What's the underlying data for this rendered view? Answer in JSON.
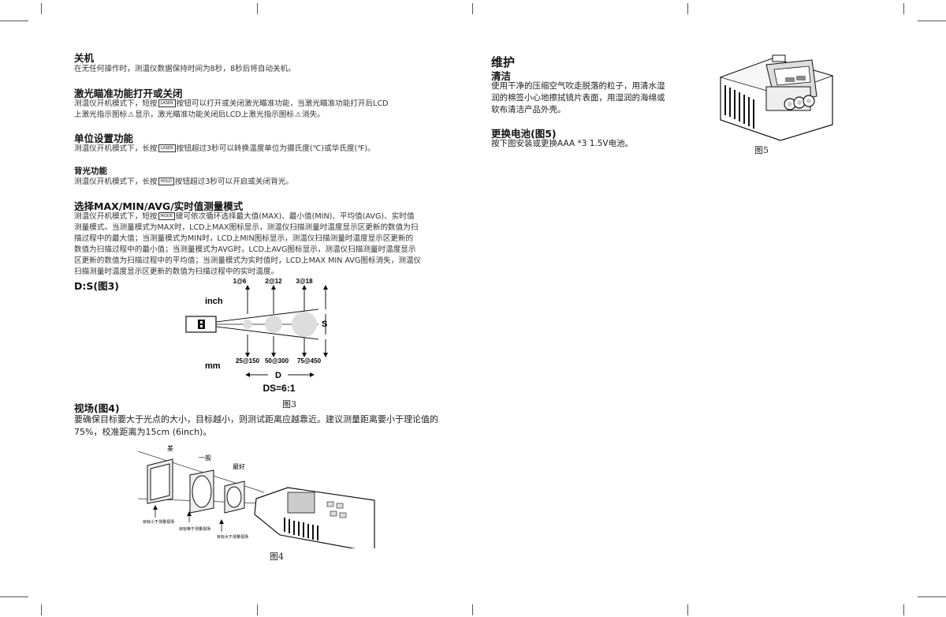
{
  "left": {
    "shutdown": {
      "title": "关机",
      "text": "在无任何操作时，测温仪数据保持时间为8秒，8秒后将自动关机。"
    },
    "laser": {
      "title": "激光瞄准功能打开或关闭",
      "line1_a": "测温仪开机模式下，短按",
      "line1_key": "LASER",
      "line1_b": "按钮可以打开或关闭激光瞄准功能，当激光瞄准功能打开后LCD",
      "line2_a": "上激光指示图标",
      "line2_b": "显示，激光瞄准功能关闭后LCD上激光指示图标",
      "line2_c": "消失。"
    },
    "unit": {
      "title": "单位设置功能",
      "line_a": "测温仪开机模式下，长按",
      "line_key": "LASER",
      "line_b": "按钮超过3秒可以转换温度单位为摄氏度(℃)或华氏度(℉)。"
    },
    "backlight": {
      "title": "背光功能",
      "line_a": "测温仪开机模式下，长按",
      "line_key": "HOLD",
      "line_b": "按钮超过3秒可以开启或关闭背光。"
    },
    "mode": {
      "title": "选择MAX/MIN/AVG/实时值测量模式",
      "line1_a": "测温仪开机模式下，短按",
      "line1_key": "MODE",
      "line1_b": "键可依次循环选择最大值(MAX)、最小值(MIN)、平均值(AVG)、实时值",
      "line2": "测量模式。当测量模式为MAX时，LCD上MAX图标显示，测温仪扫描测量时温度显示区更新的数值为扫",
      "line3": "描过程中的最大值；当测量模式为MIN时，LCD上MIN图标显示，测温仪扫描测量时温度显示区更新的",
      "line4": "数值为扫描过程中的最小值；当测量模式为AVG时，LCD上AVG图标显示，测温仪扫描测量时温度显示",
      "line5": "区更新的数值为扫描过程中的平均值；当测量模式为实时值时，LCD上MAX MIN AVG图标消失，测温仪",
      "line6": "扫描测量时温度显示区更新的数值为扫描过程中的实时温度。"
    },
    "ds": {
      "title": "D:S(图3)",
      "inch_label": "inch",
      "mm_label": "mm",
      "top_labels": [
        "1@6",
        "2@12",
        "3@18"
      ],
      "bottom_labels": [
        "25@150",
        "50@300",
        "75@450"
      ],
      "s_label": "S",
      "d_label": "D",
      "ratio": "DS=6:1",
      "caption": "图3"
    },
    "fov": {
      "title": "视场(图4)",
      "line1": "要确保目标要大于光点的大小，目标越小，则测试距离应越靠近。建议测量距离要小于理论值的",
      "line2": "75%，校准距离为15cm (6inch)。",
      "label_bad": "差",
      "label_ok": "一般",
      "label_best": "最好",
      "note1": "目标小于测量视场",
      "note2": "目标等于测量视场",
      "note3": "目标大于测量视场",
      "caption": "图4"
    }
  },
  "right": {
    "maintenance_title": "维护",
    "cleaning": {
      "title": "清洁",
      "line1": "使用干净的压缩空气吹走脱落的粒子，用清水湿",
      "line2": "润的棉签小心地擦拭镜片表面，用湿润的海绵或",
      "line3": "软布清洁产品外壳。"
    },
    "battery": {
      "title": "更换电池(图5)",
      "text": "按下图安装或更换AAA *3 1.5V电池。",
      "caption": "图5"
    }
  }
}
